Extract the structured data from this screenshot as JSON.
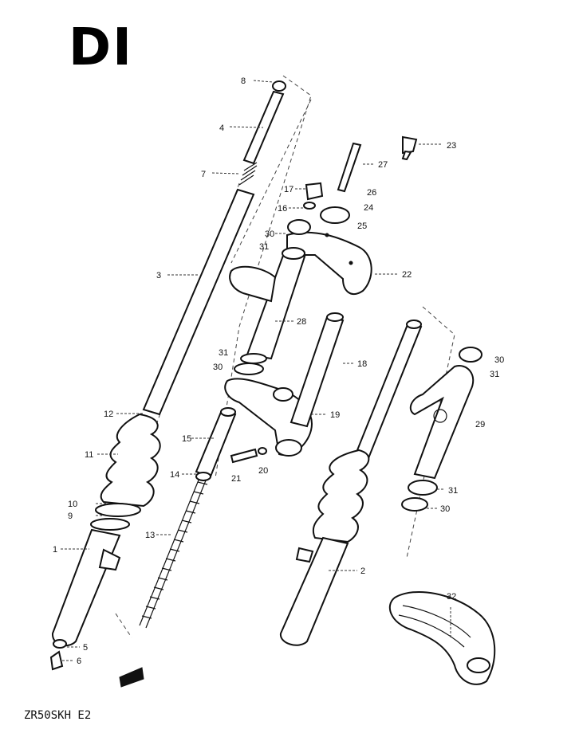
{
  "diagram": {
    "title": "DI",
    "model_code": "ZR50SKH E2",
    "callouts": [
      "8",
      "4",
      "7",
      "23",
      "27",
      "17",
      "26",
      "16",
      "24",
      "25",
      "30",
      "31",
      "22",
      "3",
      "28",
      "31",
      "30",
      "18",
      "30",
      "31",
      "12",
      "19",
      "29",
      "11",
      "15",
      "21",
      "20",
      "14",
      "31",
      "10",
      "9",
      "30",
      "13",
      "1",
      "2",
      "32",
      "5",
      "6"
    ],
    "front_marker_icon": "arrow-front-icon"
  }
}
